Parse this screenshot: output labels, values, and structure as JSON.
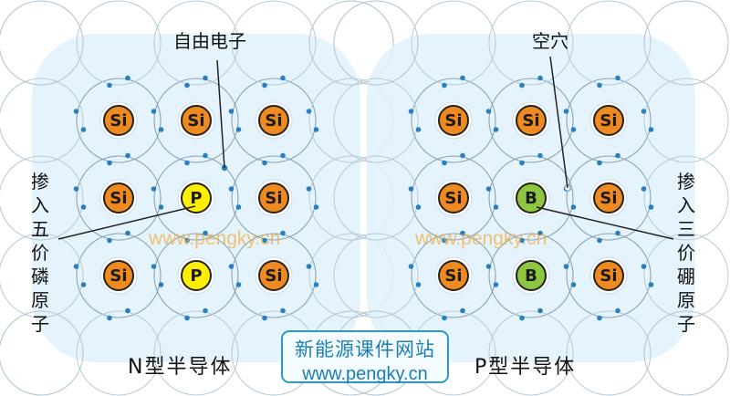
{
  "left_panel": {
    "atoms": [
      "Si",
      "Si",
      "Si",
      "Si",
      "P",
      "Si",
      "Si",
      "P",
      "Si"
    ],
    "free_electron_label": "自由电子",
    "dopant_label": [
      "掺",
      "入",
      "五",
      "价",
      "磷",
      "原",
      "子"
    ],
    "caption": "N型半导体",
    "watermark": "www.pengky.cn"
  },
  "right_panel": {
    "atoms": [
      "Si",
      "Si",
      "Si",
      "Si",
      "B",
      "Si",
      "Si",
      "B",
      "Si"
    ],
    "hole_label": "空穴",
    "dopant_label": [
      "掺",
      "入",
      "三",
      "价",
      "硼",
      "原",
      "子"
    ],
    "caption": "P型半导体",
    "watermark": "www.pengky.cn"
  },
  "logo": {
    "line1": "新能源课件网站",
    "line2": "www.pengky.cn"
  },
  "colors": {
    "silicon": "#ee8a1f",
    "phosphorus": "#ffee00",
    "boron": "#8dc63f",
    "lattice_fill": "#dff1fb",
    "electron": "#2a7fc0"
  }
}
